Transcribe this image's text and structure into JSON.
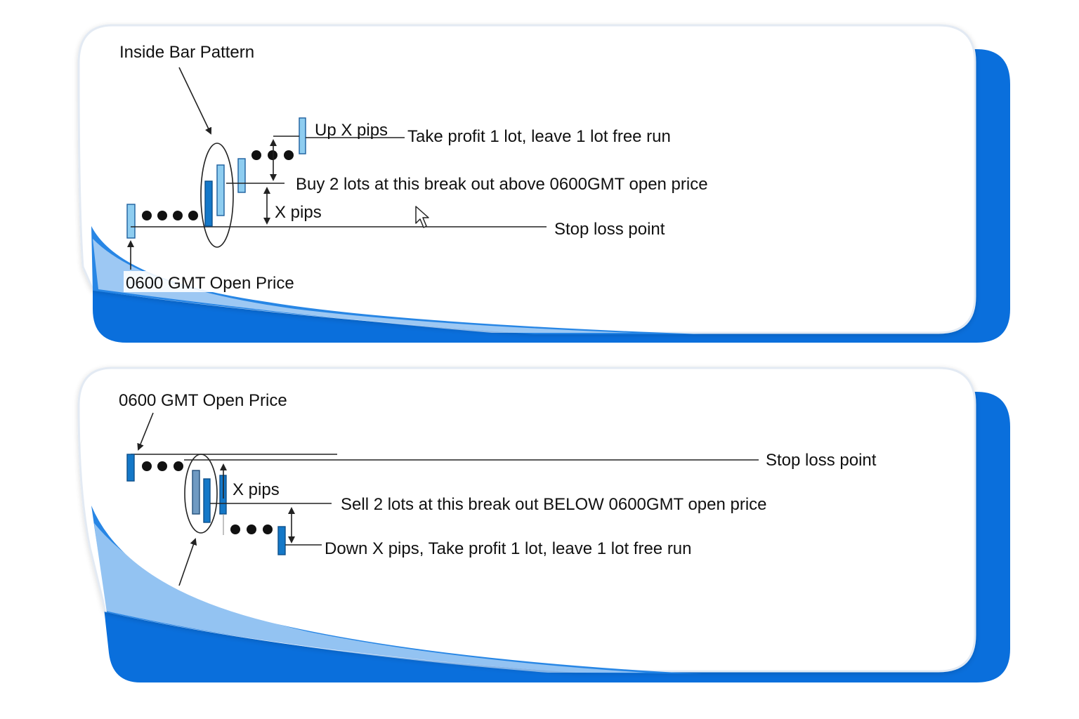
{
  "colors": {
    "accent_blue": "#0a6fdc",
    "light_bar": "#8ecdf0",
    "dark_bar": "#1478c8",
    "steel_bar": "#6f9ac2",
    "line": "#222222"
  },
  "panel_top": {
    "pattern_label": "Inside Bar Pattern",
    "up_label": "Up X pips",
    "take_profit_label": "Take profit 1 lot, leave 1 lot free run",
    "buy_label": "Buy 2 lots at this break out above 0600GMT open price",
    "x_pips_label": "X pips",
    "stop_loss_label": "Stop loss point",
    "open_price_label": "0600 GMT Open Price"
  },
  "panel_bottom": {
    "open_price_label": "0600 GMT Open Price",
    "stop_loss_label": "Stop loss point",
    "x_pips_label": "X pips",
    "sell_label": "Sell 2 lots at this break out BELOW 0600GMT open price",
    "down_label": "Down X pips, Take profit 1 lot, leave 1 lot free run"
  },
  "icons": [
    "mouse-cursor-icon",
    "arrow-icon",
    "dot-icon"
  ]
}
